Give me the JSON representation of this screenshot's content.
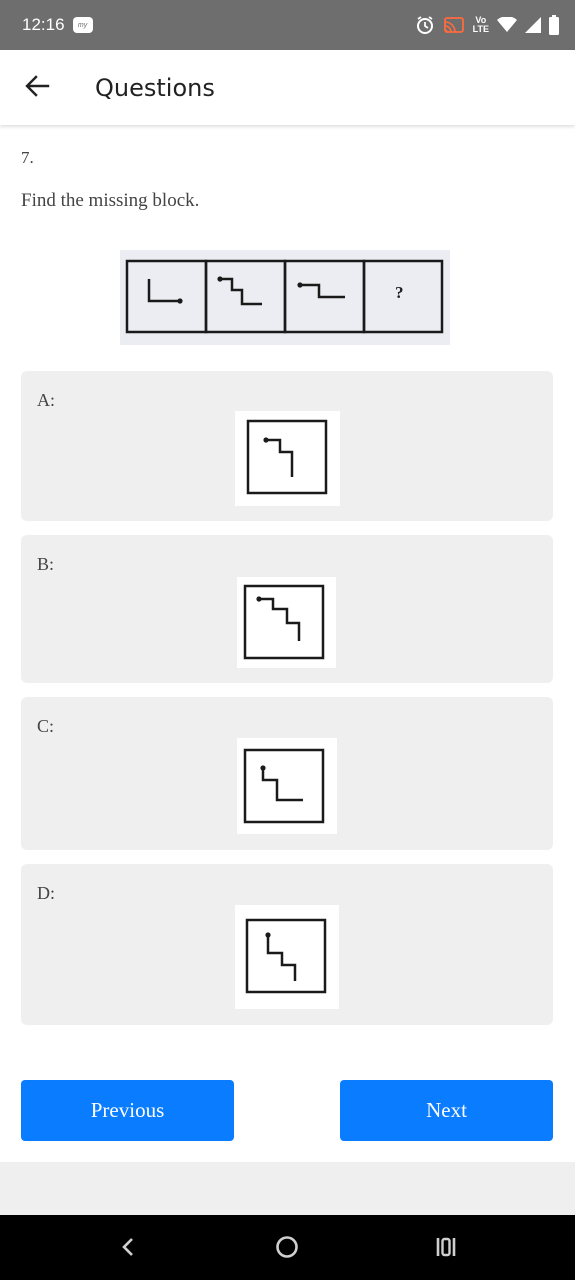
{
  "status_bar": {
    "time": "12:16",
    "notification_icon_text": "my",
    "icons": [
      "alarm-icon",
      "cast-icon",
      "volte-icon",
      "wifi-icon",
      "signal-icon",
      "battery-icon"
    ],
    "volte_top": "Vo",
    "volte_bottom": "LTE"
  },
  "app_bar": {
    "title": "Questions",
    "back_icon": "arrow-left-icon"
  },
  "question": {
    "number": "7.",
    "text": "Find the missing block.",
    "figure_missing_mark": "?"
  },
  "options": [
    {
      "label": "A:"
    },
    {
      "label": "B:"
    },
    {
      "label": "C:"
    },
    {
      "label": "D:"
    }
  ],
  "buttons": {
    "previous": "Previous",
    "next": "Next"
  },
  "colors": {
    "accent": "#0a7cff",
    "status_bar": "#6e6e6e",
    "card": "#efefef"
  },
  "system_nav": {
    "icons": [
      "back-chevron-icon",
      "home-circle-icon",
      "recents-icon"
    ]
  }
}
